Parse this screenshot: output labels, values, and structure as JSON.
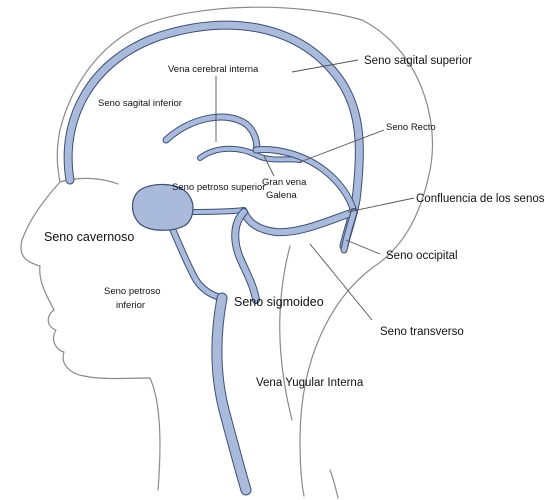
{
  "diagram": {
    "colors": {
      "vessel_fill": "#a9badb",
      "vessel_edge": "#3c4f78",
      "outline": "#8a8a8a",
      "leader": "#555555"
    },
    "labels": {
      "seno_sagital_superior": "Seno sagital superior",
      "vena_cerebral_interna": "Vena cerebral interna",
      "seno_sagital_inferior": "Seno sagital inferior",
      "seno_recto": "Seno Recto",
      "seno_petroso_superior": "Seno petroso superior",
      "gran_vena_galena_line1": "Gran vena",
      "gran_vena_galena_line2": "Galena",
      "confluencia_de_los_senos": "Confluencia de los senos",
      "seno_cavernoso": "Seno cavernoso",
      "seno_occipital": "Seno occipital",
      "seno_petroso_inferior_line1": "Seno petroso",
      "seno_petroso_inferior_line2": "inferior",
      "seno_sigmoideo": "Seno sigmoideo",
      "seno_transverso": "Seno transverso",
      "vena_yugular_interna": "Vena Yugular Interna"
    }
  }
}
